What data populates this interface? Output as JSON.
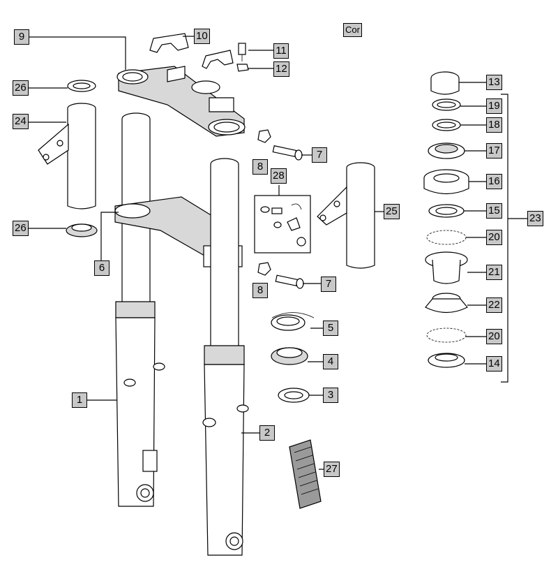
{
  "diagram": {
    "corner_tag": "Cor",
    "part_numbers": {
      "p1": "1",
      "p2": "2",
      "p3": "3",
      "p4": "4",
      "p5": "5",
      "p6": "6",
      "p7a": "7",
      "p7b": "7",
      "p8a": "8",
      "p8b": "8",
      "p9": "9",
      "p10": "10",
      "p11": "11",
      "p12": "12",
      "p13": "13",
      "p14": "14",
      "p15": "15",
      "p16": "16",
      "p17": "17",
      "p18": "18",
      "p19": "19",
      "p20a": "20",
      "p20b": "20",
      "p21": "21",
      "p22": "22",
      "p23": "23",
      "p24": "24",
      "p25": "25",
      "p26a": "26",
      "p26b": "26",
      "p27": "27",
      "p28": "28"
    }
  }
}
